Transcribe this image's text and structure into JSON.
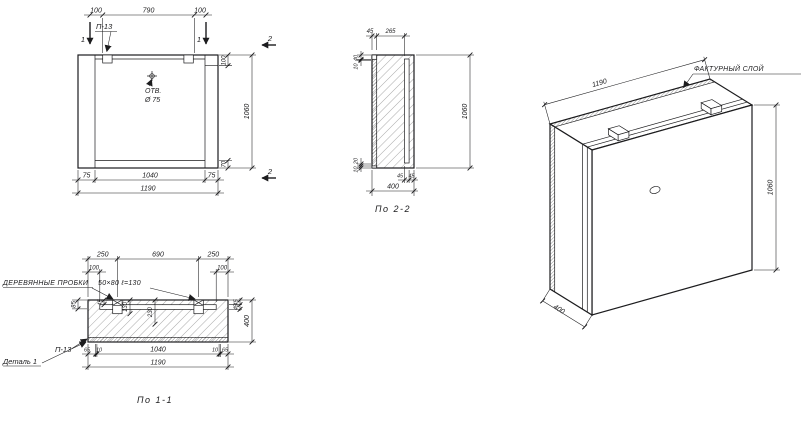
{
  "colors": {
    "ink": "#1c1c1e",
    "paper": "#ffffff"
  },
  "front": {
    "mark_label": "П-13",
    "section1_marks": [
      "1",
      "1"
    ],
    "section2_marks": [
      "2",
      "2"
    ],
    "dims_top": [
      "100",
      "790",
      "100"
    ],
    "hole_note": [
      "ОТВ.",
      "Ø 75"
    ],
    "dim_notch_depth": "100",
    "dim_bottom_recess": "70",
    "dim_height": "1060",
    "dims_bottom": [
      "75",
      "1040",
      "75"
    ],
    "dim_total_width": "1190"
  },
  "section2": {
    "title": "По 2-2",
    "dims_top": [
      "45",
      "265"
    ],
    "dims_left_top": [
      "40",
      "10"
    ],
    "dims_left_bottom": [
      "20",
      "10"
    ],
    "dim_height": "1060",
    "dims_bottom": [
      "45",
      "45"
    ],
    "dim_total_depth": "400"
  },
  "section1": {
    "title": "По 1-1",
    "note_label": "ДЕРЕВЯННЫЕ ПРОБКИ",
    "note_size": "50×80 ℓ=130",
    "mark_label": "П-13",
    "detail_label": "Деталь 1",
    "dims_top": [
      "250",
      "690",
      "250"
    ],
    "dims_top2": [
      "100",
      "100"
    ],
    "dim_left": "85",
    "dims_inner": [
      "45",
      "130",
      "230"
    ],
    "dims_right": [
      "45",
      "45"
    ],
    "dim_total_depth": "400",
    "dims_bottom": [
      "65",
      "10",
      "1040",
      "10",
      "65"
    ],
    "dim_total_width": "1190"
  },
  "iso": {
    "callout": "ФАКТУРНЫЙ СЛОЙ",
    "dim_width": "1190",
    "dim_height": "1060",
    "dim_depth": "400"
  }
}
